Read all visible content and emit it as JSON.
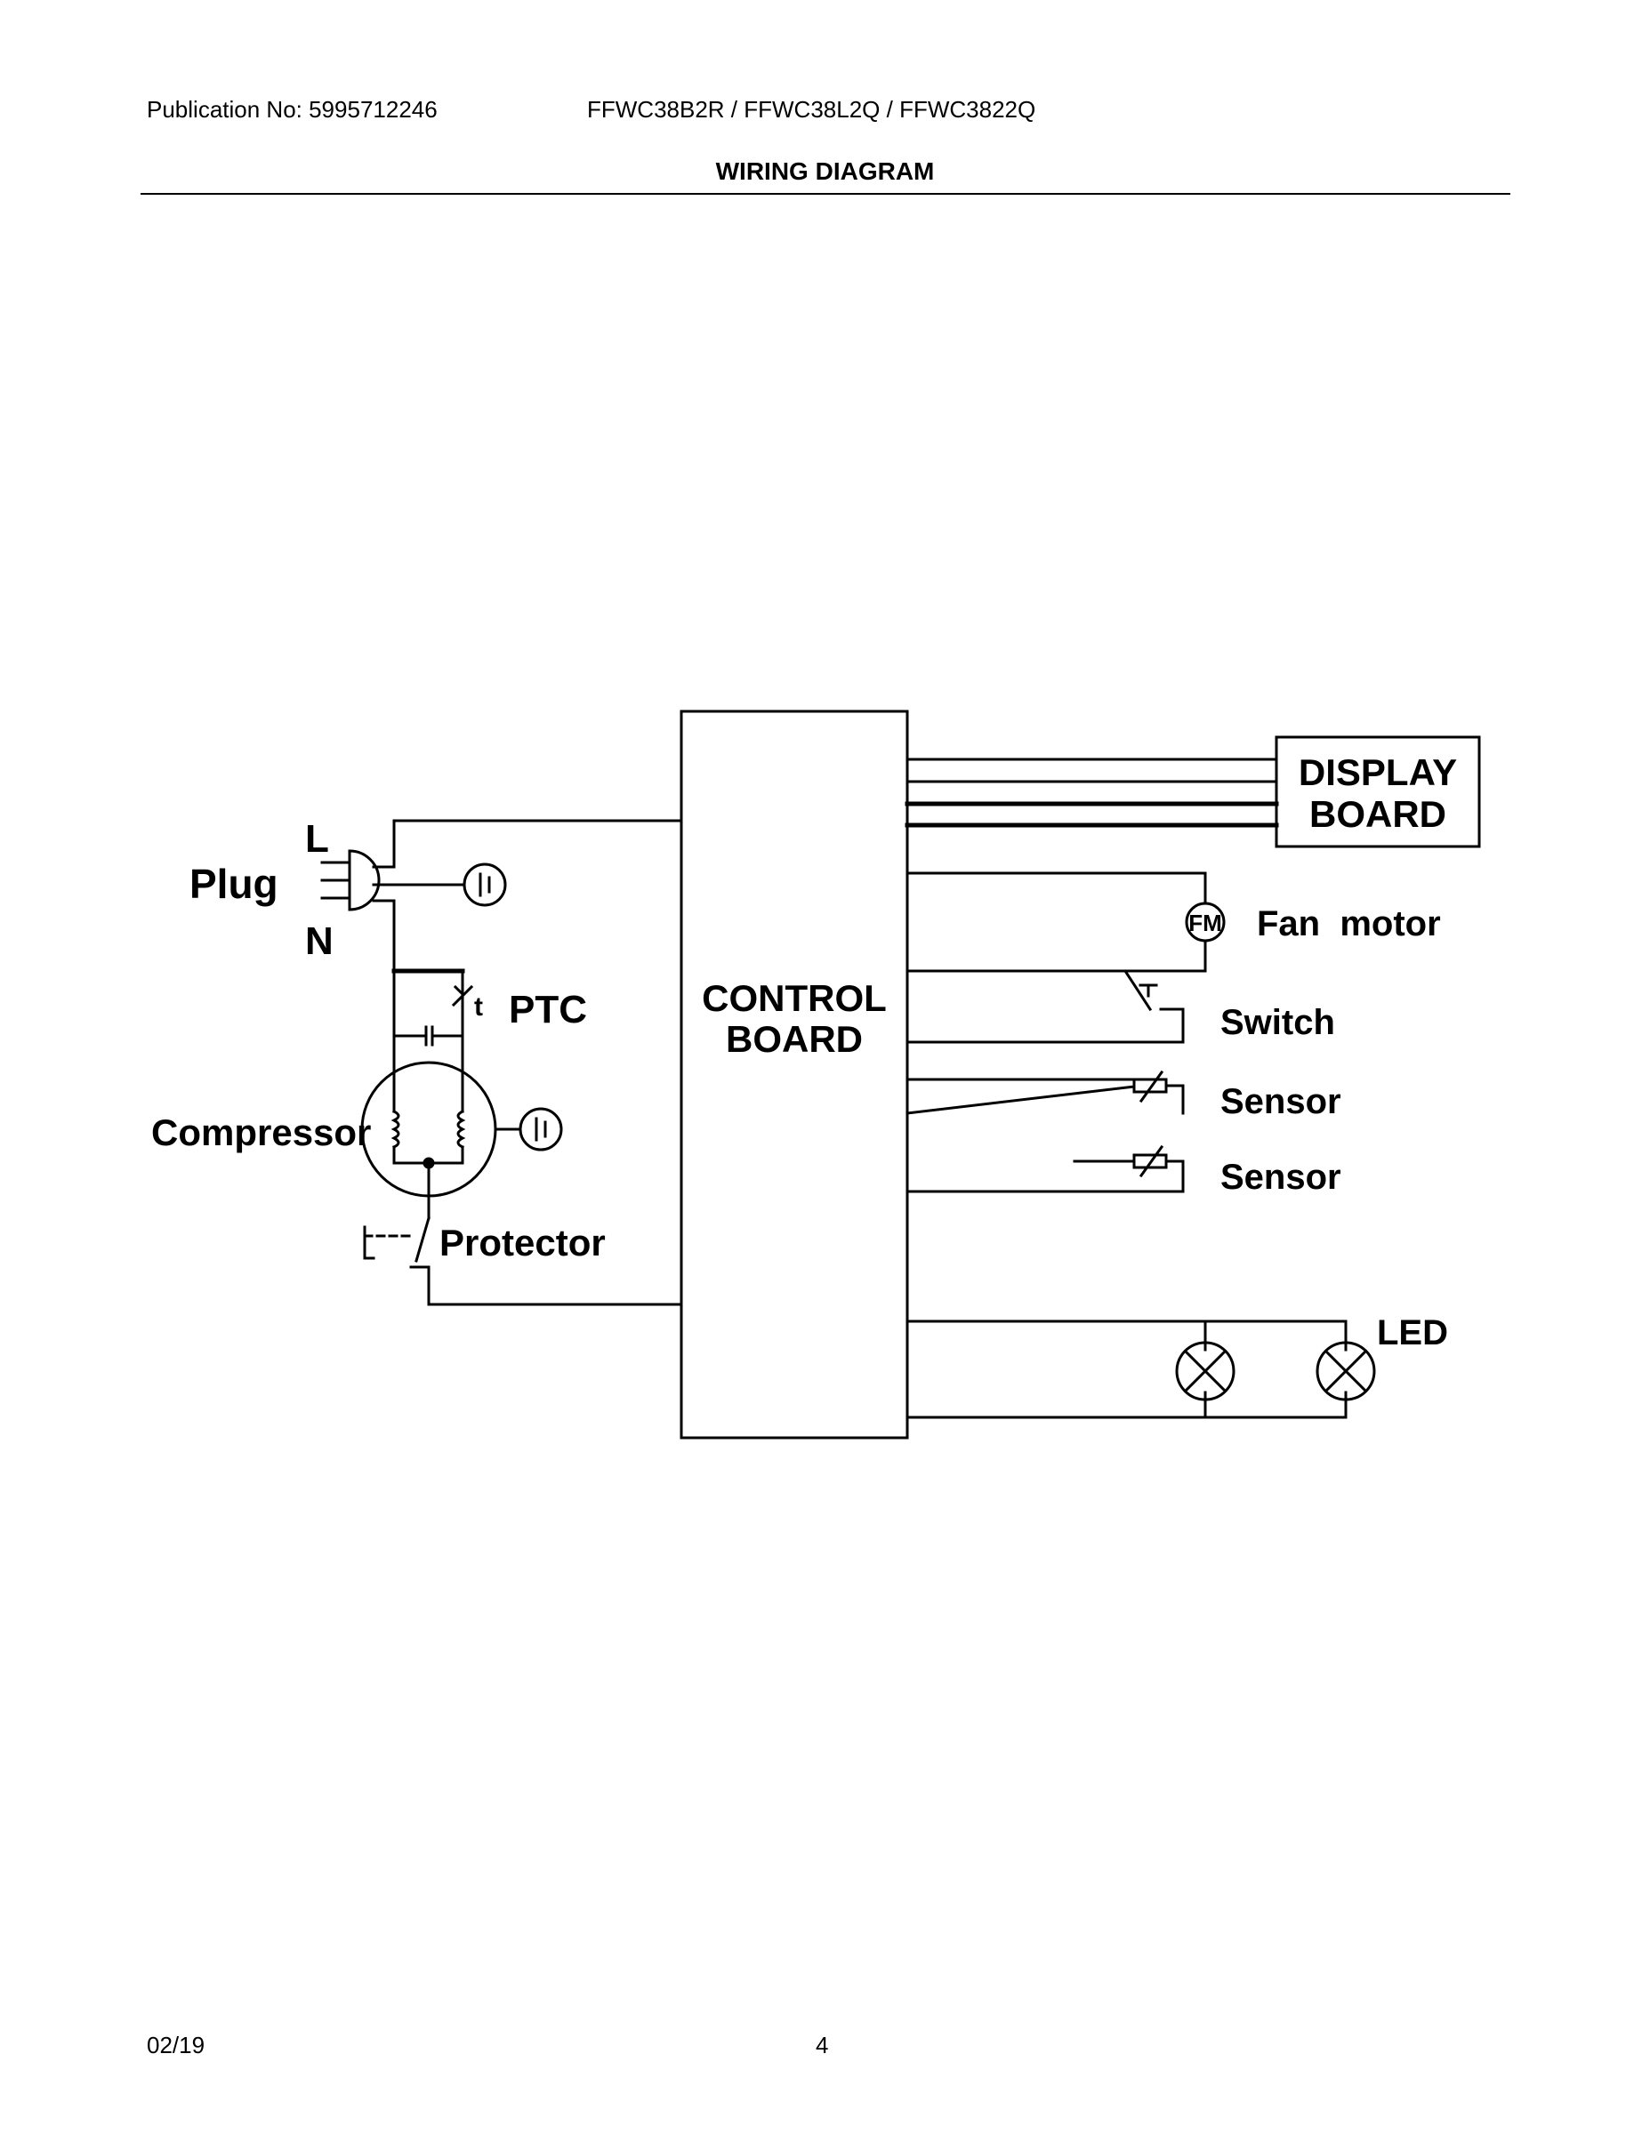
{
  "header": {
    "publication": "Publication No: 5995712246",
    "models": "FFWC38B2R / FFWC38L2Q / FFWC3822Q",
    "title": "WIRING DIAGRAM"
  },
  "diagram": {
    "control_board": [
      "CONTROL",
      "BOARD"
    ],
    "display_board": [
      "DISPLAY",
      "BOARD"
    ],
    "fan_motor_symbol": "FM",
    "fan_motor": "Fan  motor",
    "switch": "Switch",
    "sensor_1": "Sensor",
    "sensor_2": "Sensor",
    "led": "LED",
    "plug": "Plug",
    "plug_l": "L",
    "plug_n": "N",
    "ptc": "PTC",
    "ptc_symbol": "t",
    "compressor": "Compressor",
    "protector": "Protector"
  },
  "footer": {
    "date": "02/19",
    "page": "4"
  }
}
